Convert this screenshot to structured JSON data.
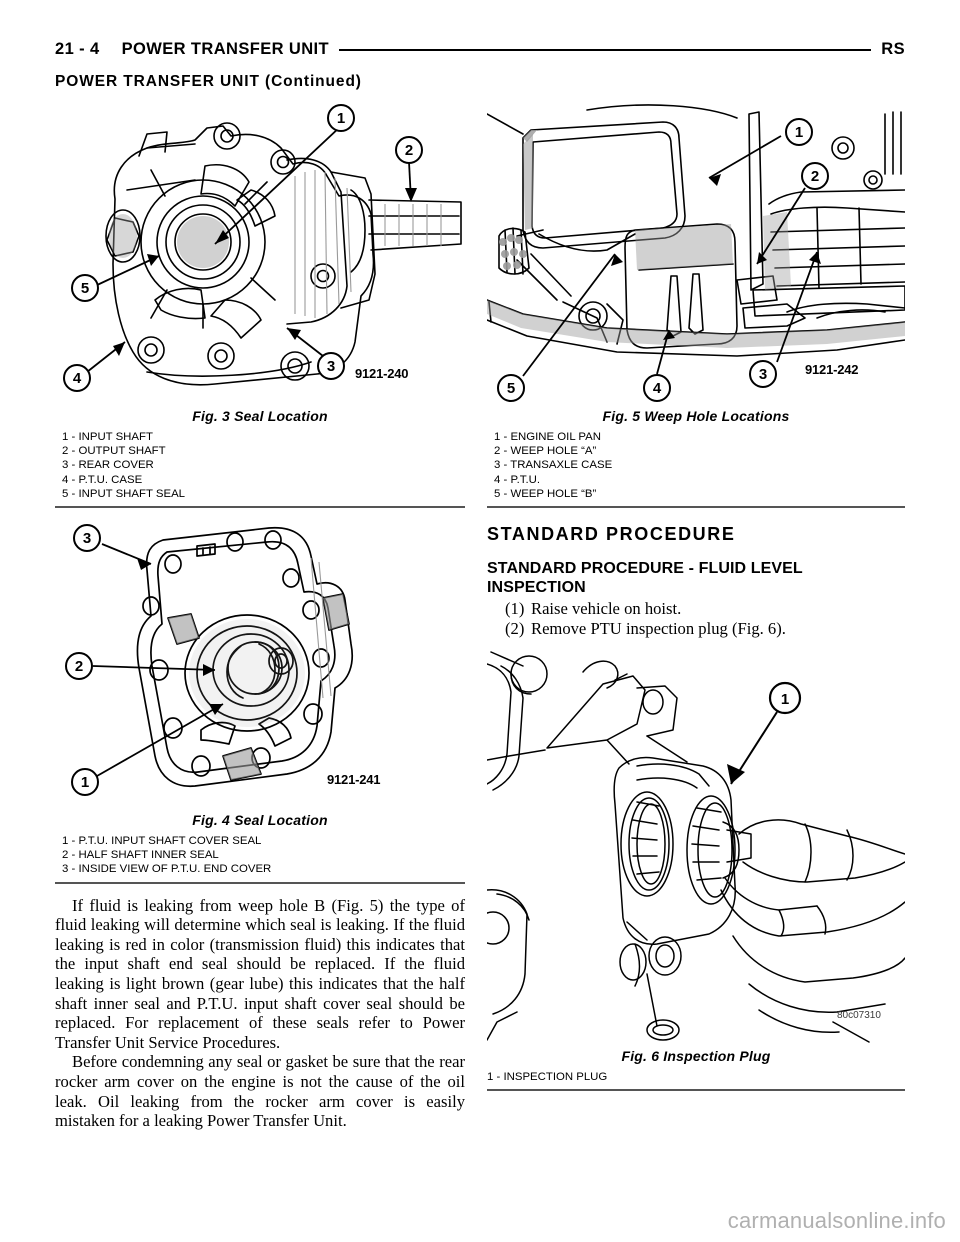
{
  "header": {
    "folio": "21 - 4",
    "title": "POWER TRANSFER UNIT",
    "right": "RS",
    "continued": "POWER TRANSFER UNIT (Continued)"
  },
  "figures": [
    {
      "key": "fig3",
      "caption": "Fig. 3 Seal Location",
      "drawing_id": "9121-240",
      "legend": [
        "1 - INPUT SHAFT",
        "2 - OUTPUT SHAFT",
        "3 - REAR COVER",
        "4 - P.T.U. CASE",
        "5 - INPUT SHAFT SEAL"
      ],
      "callouts": [
        "1",
        "2",
        "3",
        "4",
        "5"
      ]
    },
    {
      "key": "fig4",
      "caption": "Fig. 4 Seal Location",
      "drawing_id": "9121-241",
      "legend": [
        "1 - P.T.U. INPUT SHAFT COVER SEAL",
        "2 - HALF SHAFT INNER SEAL",
        "3 - INSIDE VIEW OF P.T.U. END COVER"
      ],
      "callouts": [
        "1",
        "2",
        "3"
      ]
    },
    {
      "key": "fig5",
      "caption": "Fig. 5 Weep Hole Locations",
      "drawing_id": "9121-242",
      "legend": [
        "1 - ENGINE OIL PAN",
        "2 - WEEP HOLE “A”",
        "3 - TRANSAXLE CASE",
        "4 - P.T.U.",
        "5 - WEEP HOLE “B”"
      ],
      "callouts": [
        "1",
        "2",
        "3",
        "4",
        "5"
      ]
    },
    {
      "key": "fig6",
      "caption": "Fig. 6 Inspection Plug",
      "drawing_id": "80c07310",
      "legend": [
        "1 - INSPECTION PLUG"
      ],
      "callouts": [
        "1"
      ]
    }
  ],
  "left_column": {
    "paragraphs": [
      "If fluid is leaking from weep hole B (Fig. 5) the type of fluid leaking will determine which seal is leaking. If the fluid leaking is red in color (transmission fluid) this indicates that the input shaft end seal should be replaced. If the fluid leaking is light brown (gear lube) this indicates that the half shaft inner seal and P.T.U. input shaft cover seal should be replaced. For replacement of these seals refer to Power Transfer Unit Service Procedures.",
      "Before condemning any seal or gasket be sure that the rear rocker arm cover on the engine is not the cause of the oil leak. Oil leaking from the rocker arm cover is easily mistaken for a leaking Power Transfer Unit."
    ]
  },
  "right_column": {
    "section_heading": "STANDARD PROCEDURE",
    "subsection_heading": "STANDARD PROCEDURE - FLUID LEVEL INSPECTION",
    "steps": [
      {
        "num": "(1)",
        "text": "Raise vehicle on hoist."
      },
      {
        "num": "(2)",
        "text": "Remove PTU inspection plug (Fig. 6)."
      }
    ]
  },
  "watermark": "carmanualsonline.info",
  "colors": {
    "ink": "#000000",
    "rule": "#555555",
    "watermark": "#b0b0b0",
    "hatch": "#9a9a9a"
  }
}
